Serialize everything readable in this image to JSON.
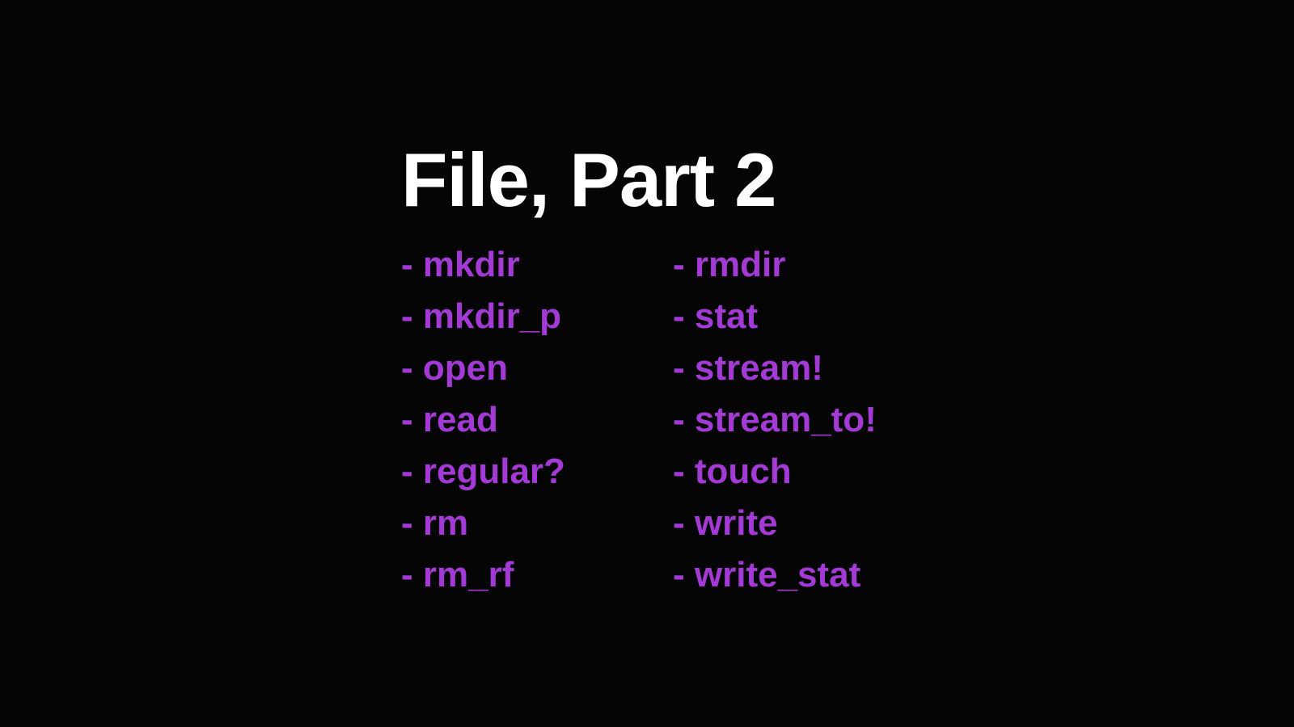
{
  "title": "File, Part 2",
  "colors": {
    "background": "#050505",
    "title": "#ffffff",
    "list_text": "#a43ad6"
  },
  "columns": {
    "left": [
      "- mkdir",
      "- mkdir_p",
      "- open",
      "- read",
      "- regular?",
      "- rm",
      "- rm_rf"
    ],
    "right": [
      "- rmdir",
      "- stat",
      "- stream!",
      "- stream_to!",
      "- touch",
      "- write",
      "- write_stat"
    ]
  }
}
